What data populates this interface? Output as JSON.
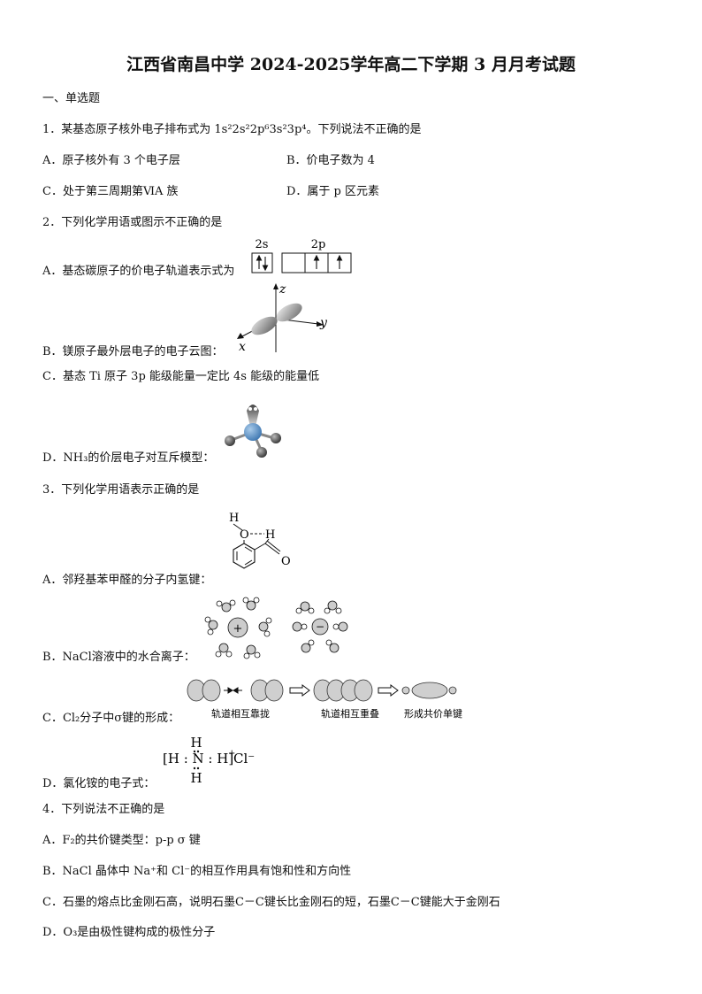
{
  "title": "江西省南昌中学 2024-2025学年高二下学期 3 月月考试题",
  "section": "一、单选题",
  "q1": {
    "stem": "1．某基态原子核外电子排布式为 1s²2s²2p⁶3s²3p⁴。下列说法不正确的是",
    "A": "A．原子核外有 3 个电子层",
    "B": "B．价电子数为 4",
    "C": "C．处于第三周期第ⅥA 族",
    "D": "D．属于 p 区元素"
  },
  "q2": {
    "stem": "2．下列化学用语或图示不正确的是",
    "A": "A．基态碳原子的价电子轨道表示式为",
    "A_fig": {
      "label_2s": "2s",
      "label_2p": "2p"
    },
    "B": "B．镁原子最外层电子的电子云图：",
    "B_fig": {
      "axis_z": "z",
      "axis_y": "y",
      "axis_x": "x"
    },
    "C": "C．基态 Ti 原子 3p 能级能量一定比 4s 能级的能量低",
    "D": "D．NH₃的价层电子对互斥模型："
  },
  "q3": {
    "stem": "3．下列化学用语表示正确的是",
    "A": "A．邻羟基苯甲醛的分子内氢键：",
    "A_fig": {
      "H1": "H",
      "O1": "O",
      "H2": "H",
      "O2": "O"
    },
    "B": "B．NaCl溶液中的水合离子：",
    "B_fig": {
      "plus": "+",
      "minus": "−"
    },
    "C": "C．Cl₂分子中σ键的形成：",
    "C_fig": {
      "step1": "轨道相互靠拢",
      "step2": "轨道相互重叠",
      "step3": "形成共价单键"
    },
    "D": "D．氯化铵的电子式：",
    "D_fig": {
      "top": "H",
      "bottom": "H",
      "middle": "[H : N : H]",
      "charge": "+",
      "anion": "Cl⁻"
    }
  },
  "q4": {
    "stem": "4．下列说法不正确的是",
    "A": "A．F₂的共价键类型：p-p σ 键",
    "B": "B．NaCl 晶体中 Na⁺和 Cl⁻的相互作用具有饱和性和方向性",
    "C": "C．石墨的熔点比金刚石高，说明石墨C－C键长比金刚石的短，石墨C－C键能大于金刚石",
    "D": "D．O₃是由极性键构成的极性分子"
  },
  "colors": {
    "text": "#111111",
    "n_atom": "#4a86c0",
    "h_atom": "#666666",
    "ion": "#cccccc"
  }
}
